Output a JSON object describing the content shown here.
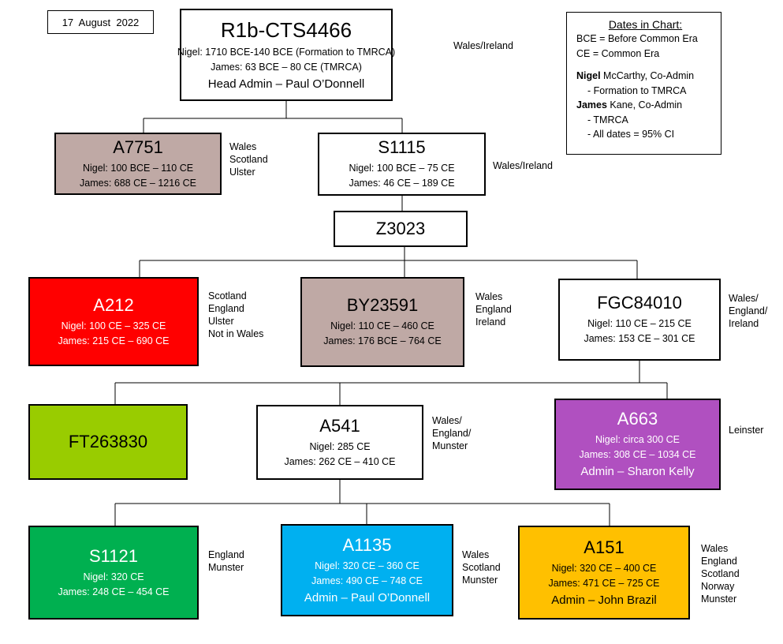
{
  "date": "17  August  2022",
  "legend": {
    "title": "Dates in Chart:",
    "bce": "BCE = Before Common Era",
    "ce": "CE = Common Era",
    "nigel_bold": "Nigel",
    "nigel_rest": " McCarthy, Co-Admin",
    "nigel_sub": "- Formation to TMRCA",
    "james_bold": "James",
    "james_rest": " Kane, Co-Admin",
    "james_sub1": "- TMRCA",
    "james_sub2": "- All dates = 95% CI"
  },
  "nodes": {
    "root": {
      "name": "R1b-CTS4466",
      "nigel": "Nigel: 1710 BCE-140 BCE (Formation to TMRCA)",
      "james": "James:  63 BCE – 80 CE  (TMRCA)",
      "admin": "Head Admin – Paul O’Donnell",
      "regions": "Wales/Ireland"
    },
    "a7751": {
      "name": "A7751",
      "nigel": "Nigel: 100 BCE – 110 CE",
      "james": "James: 688 CE – 1216 CE",
      "regions": "Wales\nScotland\nUlster"
    },
    "s1115": {
      "name": "S1115",
      "nigel": "Nigel: 100 BCE – 75 CE",
      "james": "James: 46 CE – 189 CE",
      "regions": "Wales/Ireland"
    },
    "z3023": {
      "name": "Z3023"
    },
    "a212": {
      "name": "A212",
      "nigel": "Nigel:  100 CE – 325 CE",
      "james": "James: 215 CE – 690 CE",
      "regions": "Scotland\nEngland\nUlster\nNot in Wales"
    },
    "by23591": {
      "name": "BY23591",
      "nigel": "Nigel: 110 CE – 460 CE",
      "james": "James: 176 BCE – 764 CE",
      "regions": "Wales\nEngland\nIreland"
    },
    "fgc84010": {
      "name": "FGC84010",
      "nigel": "Nigel: 110 CE – 215 CE",
      "james": "James: 153 CE – 301 CE",
      "regions": "Wales/\nEngland/\nIreland"
    },
    "ft263830": {
      "name": "FT263830"
    },
    "a541": {
      "name": "A541",
      "nigel": "Nigel: 285 CE",
      "james": "James: 262 CE – 410 CE",
      "regions": "Wales/\nEngland/\nMunster"
    },
    "a663": {
      "name": "A663",
      "nigel": "Nigel:  circa 300 CE",
      "james": "James: 308 CE – 1034 CE",
      "admin": "Admin – Sharon Kelly",
      "regions": "Leinster"
    },
    "s1121": {
      "name": "S1121",
      "nigel": "Nigel:  320 CE",
      "james": "James: 248 CE – 454 CE",
      "regions": "England\nMunster"
    },
    "a1135": {
      "name": "A1135",
      "nigel": "Nigel: 320 CE – 360 CE",
      "james": "James:  490 CE – 748 CE",
      "admin": "Admin – Paul O’Donnell",
      "regions": "Wales\nScotland\nMunster"
    },
    "a151": {
      "name": "A151",
      "nigel": "Nigel: 320 CE – 400 CE",
      "james": "James: 471 CE – 725 CE",
      "admin": "Admin – John Brazil",
      "regions": "Wales\nEngland\nScotland\nNorway\nMunster"
    }
  }
}
